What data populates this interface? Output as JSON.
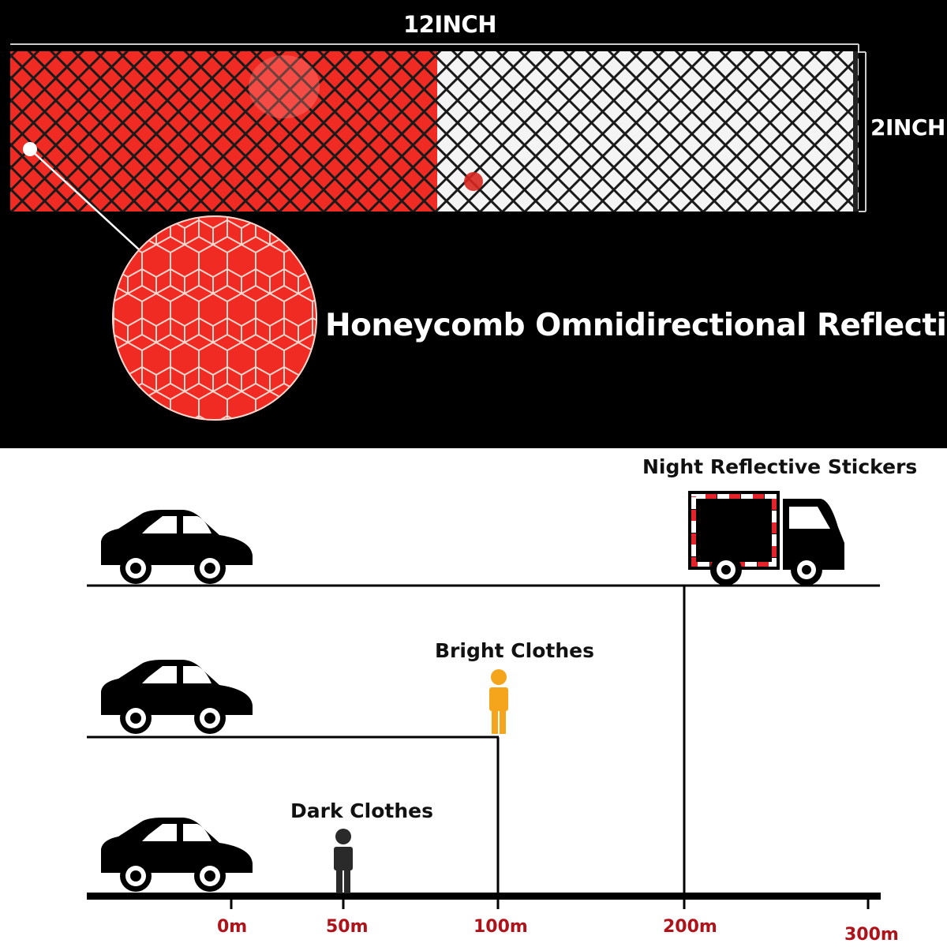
{
  "product": {
    "width_label": "12INCH",
    "height_label": "2INCH",
    "headline": "Honeycomb Omnidirectional Reflection",
    "colors": {
      "red": "#ef2b24",
      "white": "#ffffff",
      "background": "#000000"
    }
  },
  "comparison": {
    "truck_label": "Night Reflective Stickers",
    "bright_label": "Bright Clothes",
    "dark_label": "Dark Clothes",
    "bright_color": "#f4a51c",
    "dark_color": "#2a2a2a",
    "distance_color": "#b0121a",
    "distances": [
      "0m",
      "50m",
      "100m",
      "200m",
      "300m"
    ]
  }
}
